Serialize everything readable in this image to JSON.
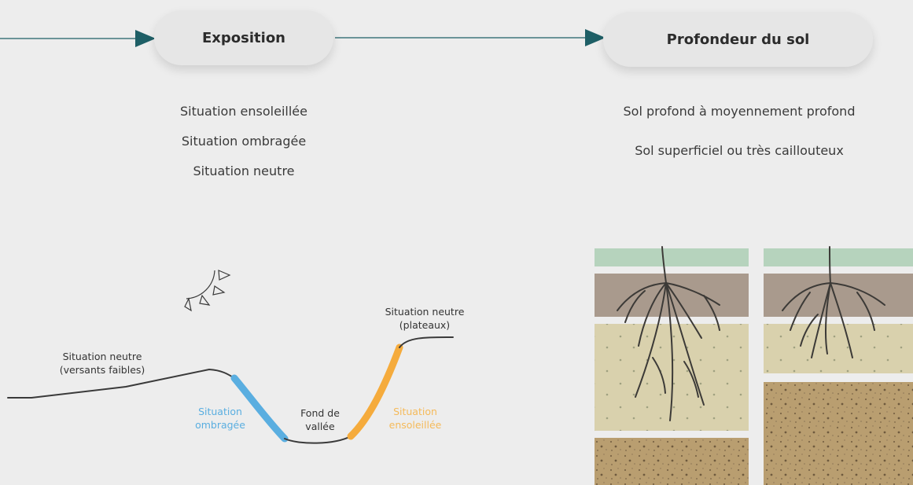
{
  "exposition": {
    "title": "Exposition",
    "options": [
      "Situation ensoleillée",
      "Situation ombragée",
      "Situation neutre"
    ]
  },
  "profondeur": {
    "title": "Profondeur du sol",
    "options": [
      "Sol profond à moyennement profond",
      "Sol superficiel ou très caillouteux"
    ]
  },
  "terrain": {
    "neutre_versants": [
      "Situation neutre",
      "(versants faibles)"
    ],
    "neutre_plateaux": [
      "Situation neutre",
      "(plateaux)"
    ],
    "ombragee": [
      "Situation",
      "ombragée"
    ],
    "fond": [
      "Fond de",
      "vallée"
    ],
    "ensoleillee": [
      "Situation",
      "ensoleillée"
    ]
  },
  "colors": {
    "background": "#ededed",
    "arrow": "#1e5f66",
    "shade": "#5aaee0",
    "sun": "#f5ab3c",
    "grass": "#b6d3bd",
    "topsoil": "#a99a8d",
    "subsoil": "#d9d1ad",
    "rock": "#b99e70",
    "roots": "#3c3a37"
  }
}
